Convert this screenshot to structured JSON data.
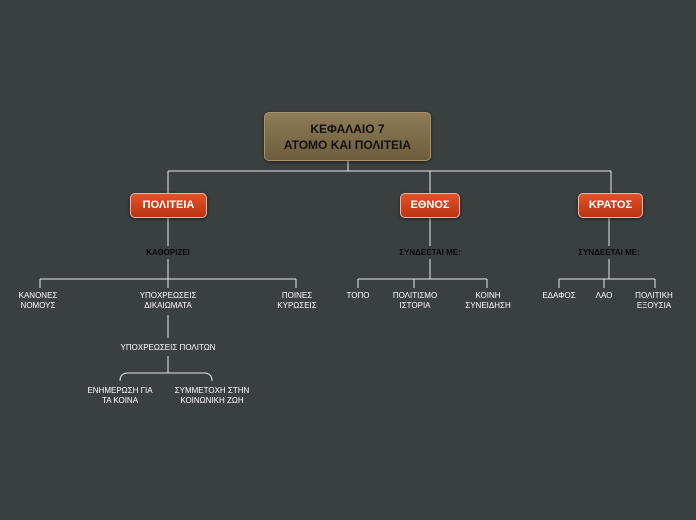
{
  "root": {
    "line1": "ΚΕΦΑΛΑΙΟ 7",
    "line2": "ΑΤΟΜΟ ΚΑΙ ΠΟΛΙΤΕΙΑ"
  },
  "branches": [
    {
      "label": "ΠΟΛΙΤΕΙΑ",
      "connector": "ΚΑΘΟΡΙΖΕΙ",
      "children": [
        {
          "line1": "ΚΑΝΟΝΕΣ",
          "line2": "ΝΟΜΟΥΣ"
        },
        {
          "line1": "ΥΠΟΧΡΕΩΣΕΙΣ",
          "line2": "ΔΙΚΑΙΩΜΑΤΑ"
        },
        {
          "line1": "ΠΟΙΝΕΣ",
          "line2": "ΚΥΡΩΣΕΙΣ"
        }
      ],
      "sub": {
        "label": "ΥΠΟΧΡΕΩΣΕΙΣ ΠΟΛΙΤΩΝ",
        "children": [
          {
            "line1": "ΕΝΗΜΕΡΩΣΗ ΓΙΑ",
            "line2": "ΤΑ ΚΟΙΝΑ"
          },
          {
            "line1": "ΣΥΜΜΕΤΟΧΗ ΣΤΗΝ",
            "line2": "ΚΟΙΝΩΝΙΚΗ ΖΩΗ"
          }
        ]
      }
    },
    {
      "label": "ΕΘΝΟΣ",
      "connector": "ΣΥΝΔΕΕΤΑΙ ΜΕ:",
      "children": [
        {
          "line1": "ΤΟΠΟ",
          "line2": ""
        },
        {
          "line1": "ΠΟΛΙΤΙΣΜΟ",
          "line2": "ΙΣΤΟΡΙΑ"
        },
        {
          "line1": "ΚΟΙΝΗ",
          "line2": "ΣΥΝΕΙΔΗΣΗ"
        }
      ]
    },
    {
      "label": "ΚΡΑΤΟΣ",
      "connector": "ΣΥΝΔΕΕΤΑΙ ΜΕ:",
      "children": [
        {
          "line1": "ΕΔΑΦΟΣ",
          "line2": ""
        },
        {
          "line1": "ΛΑΟ",
          "line2": ""
        },
        {
          "line1": "ΠΟΛΙΤΙΚΗ",
          "line2": "ΕΞΟΥΣΙΑ"
        }
      ]
    }
  ]
}
